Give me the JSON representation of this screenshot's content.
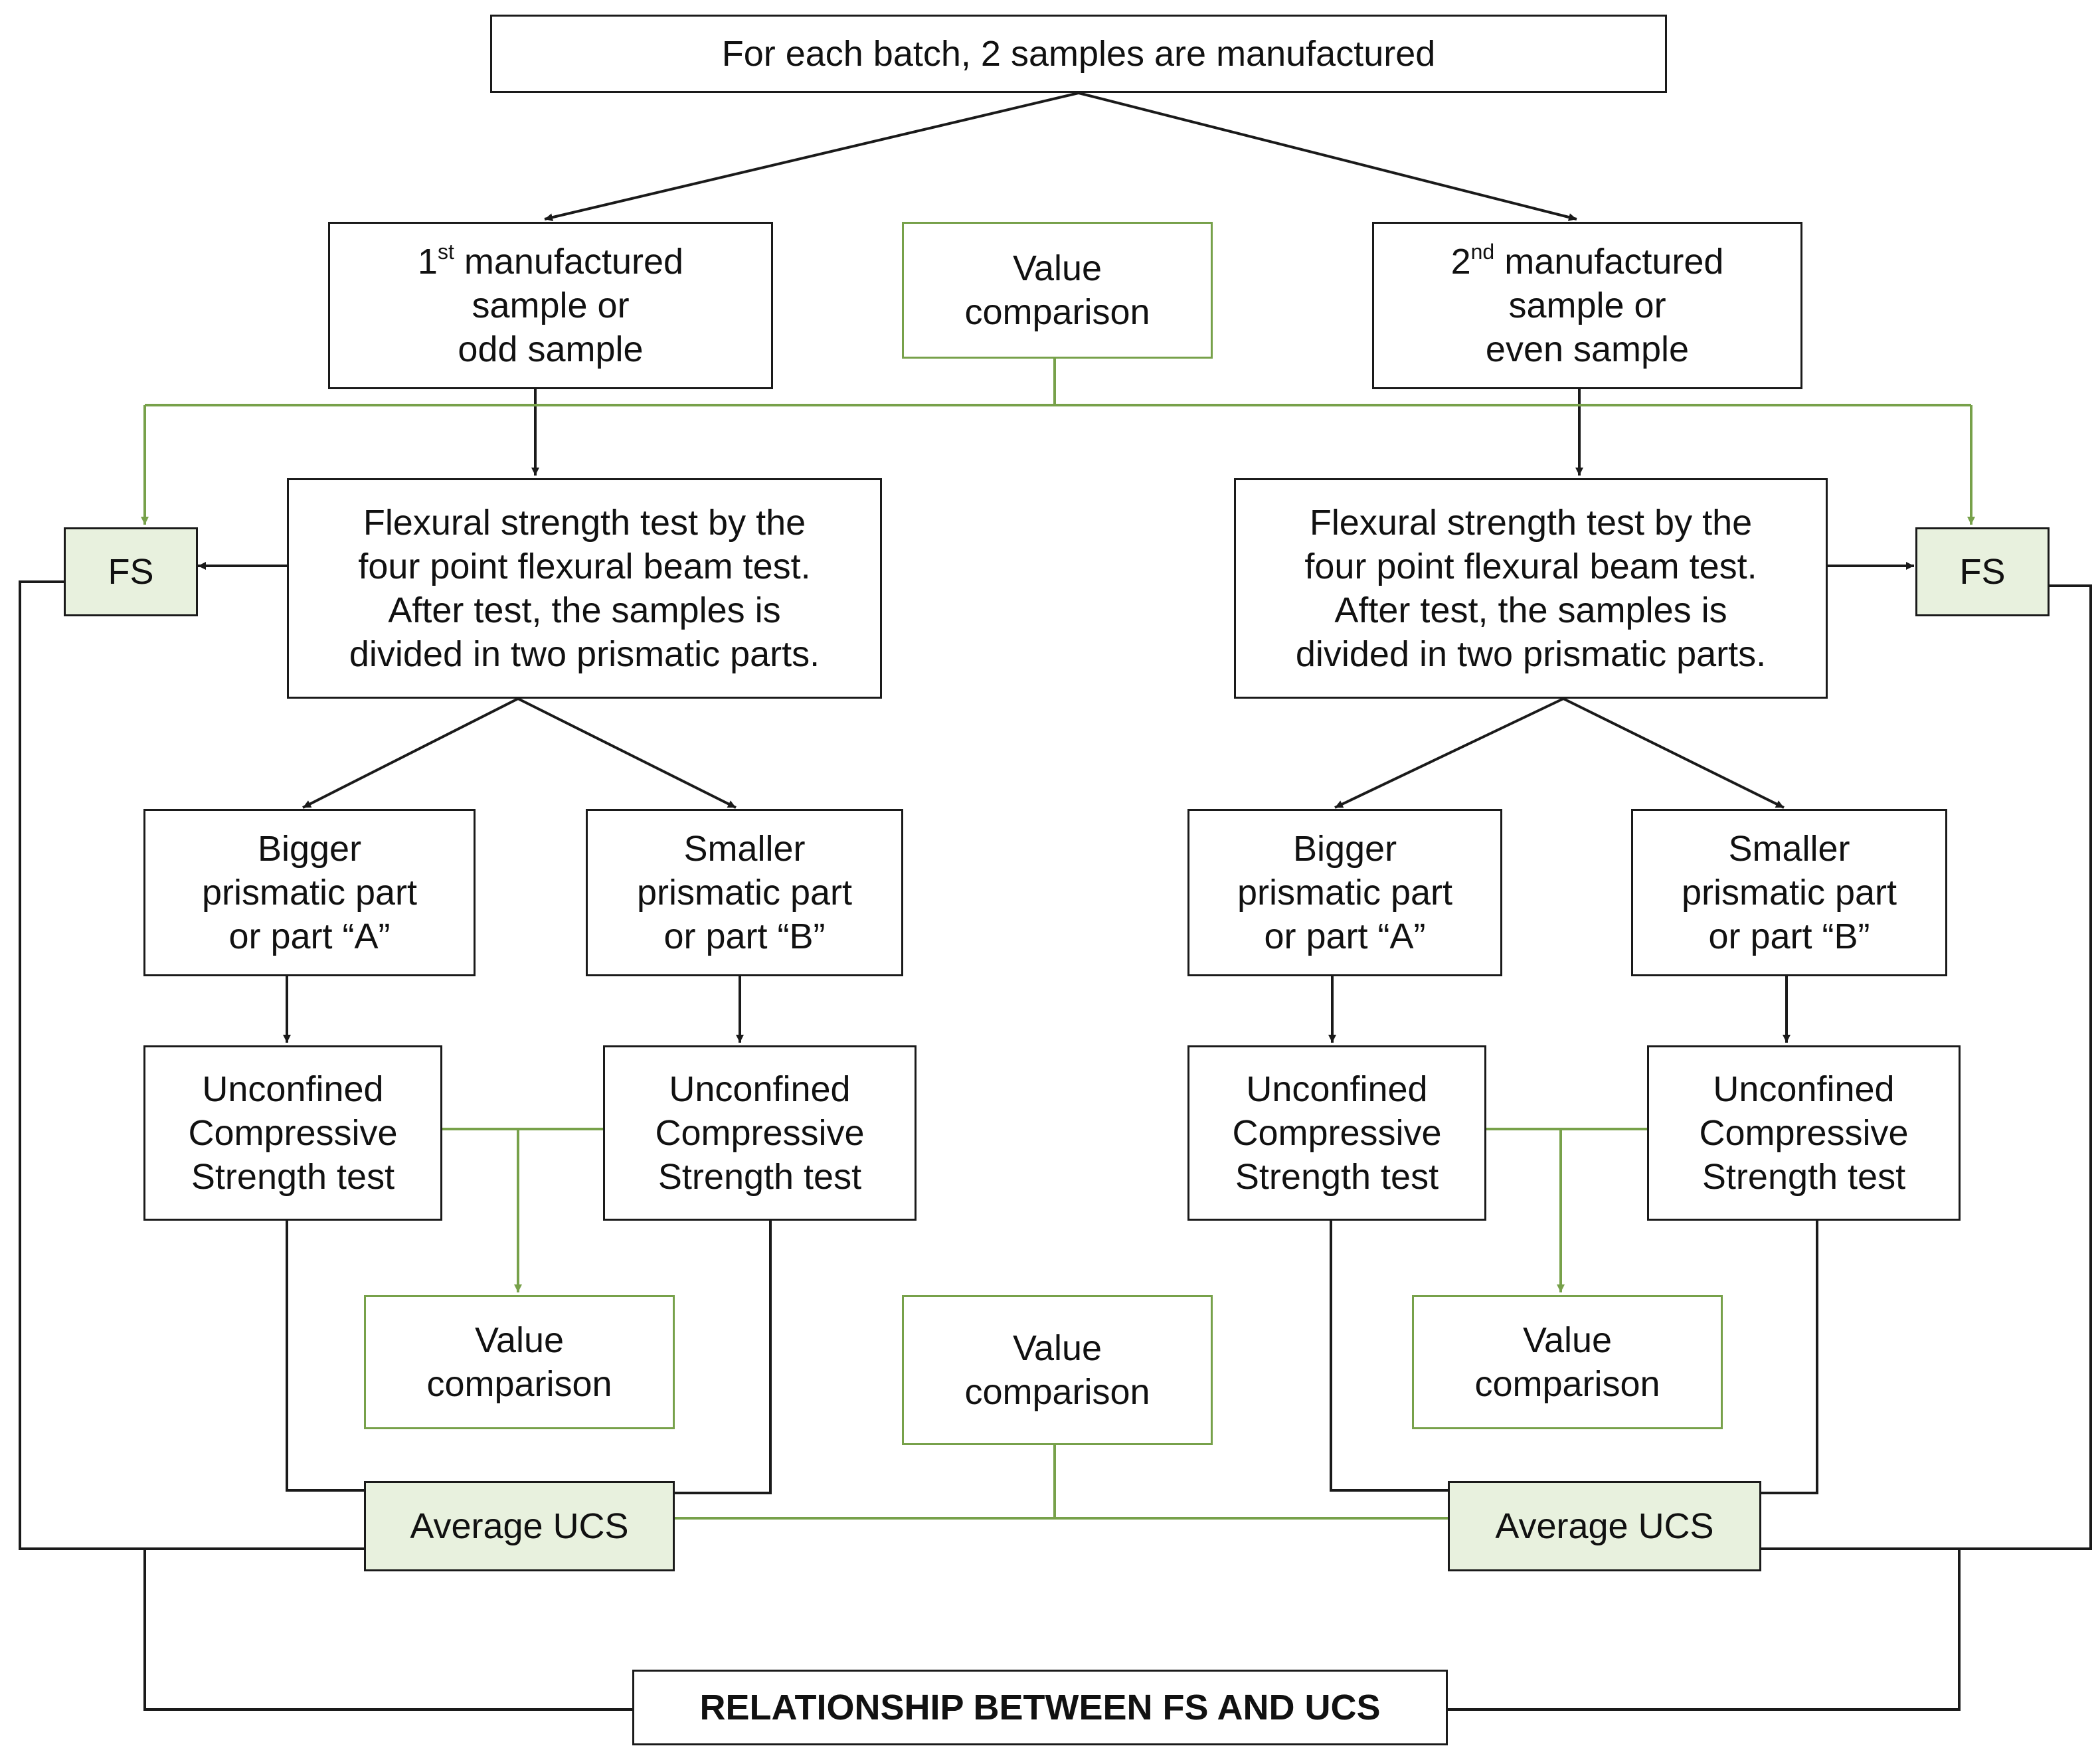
{
  "colors": {
    "line_black": "#1a1a1a",
    "line_green": "#77a14a",
    "result_fill": "#e8f1de",
    "text": "#111111"
  },
  "top": {
    "text": "For each batch, 2 samples are manufactured"
  },
  "sample_1": {
    "ordinal": "1",
    "sup": "st",
    "line1": "manufactured",
    "line2": "sample or",
    "line3": "odd sample"
  },
  "sample_2": {
    "ordinal": "2",
    "sup": "nd",
    "line1": "manufactured",
    "line2": "sample or",
    "line3": "even sample"
  },
  "value_comparison": {
    "line1": "Value",
    "line2": "comparison"
  },
  "flexural_test": {
    "lines": [
      "Flexural strength test by the",
      "four point flexural beam test.",
      "After test, the samples is",
      "divided in two prismatic parts."
    ]
  },
  "fs": {
    "label": "FS"
  },
  "part_a": {
    "line1": "Bigger",
    "line2": "prismatic part",
    "line3": "or part “A”"
  },
  "part_b": {
    "line1": "Smaller",
    "line2": "prismatic part",
    "line3": "or part “B”"
  },
  "ucs_test": {
    "line1": "Unconfined",
    "line2": "Compressive",
    "line3": "Strength test"
  },
  "average_ucs": {
    "label": "Average UCS"
  },
  "relationship": {
    "label": "RELATIONSHIP BETWEEN FS AND UCS"
  }
}
